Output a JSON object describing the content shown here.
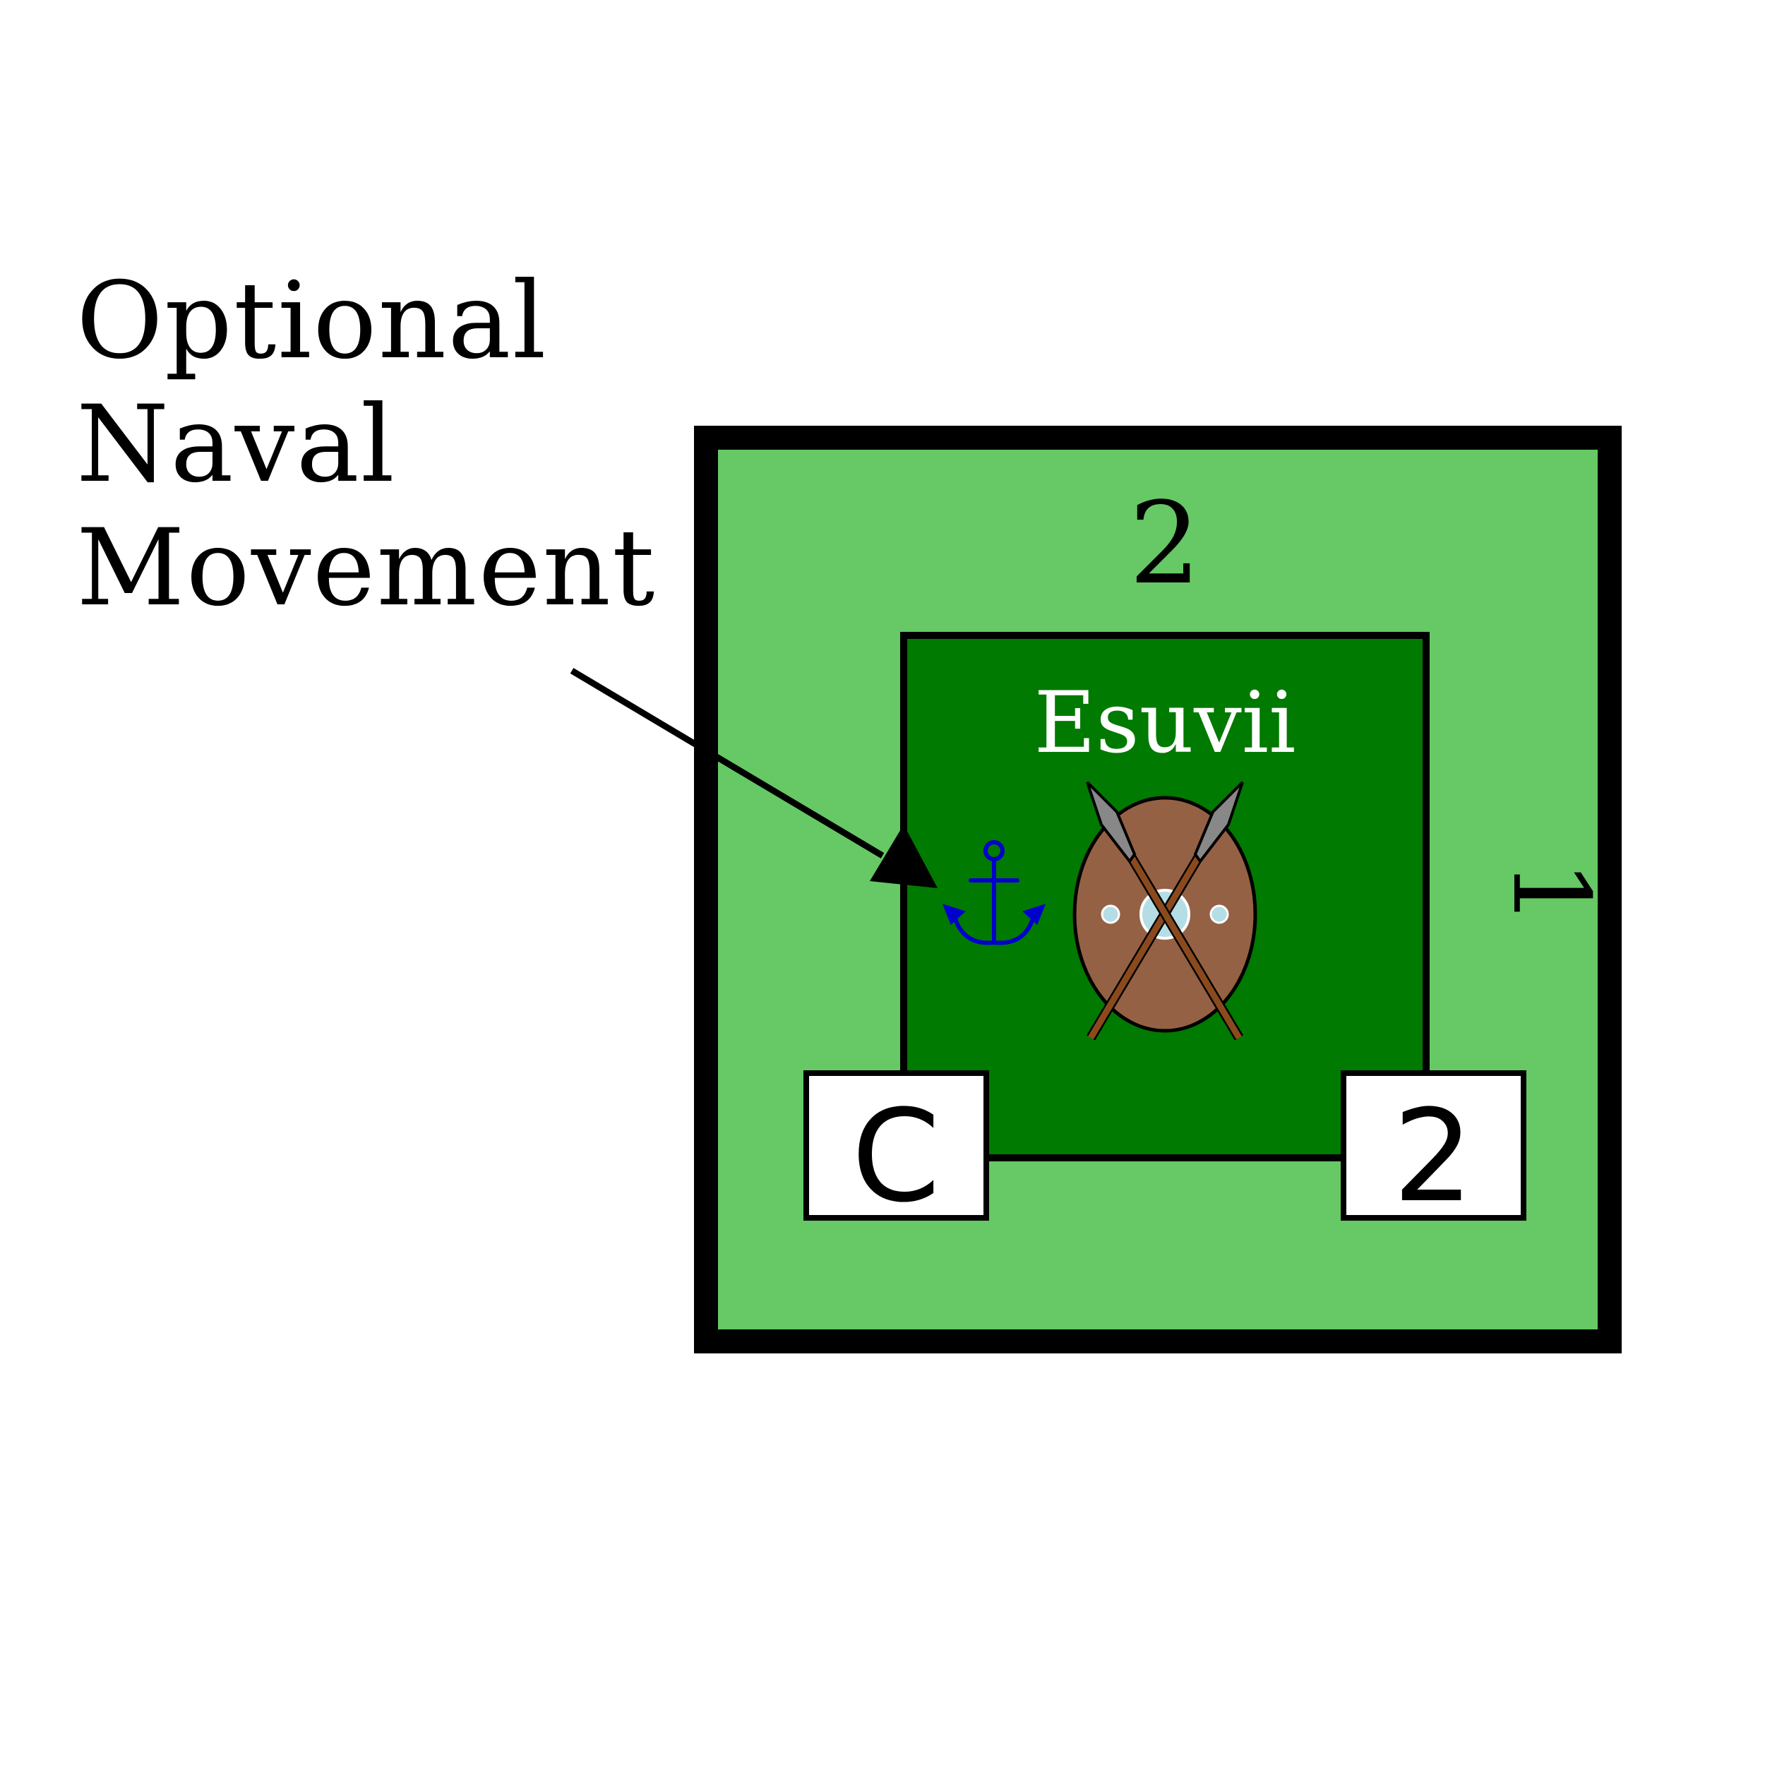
{
  "callout": {
    "lines": [
      "Optional",
      "Naval",
      "Movement"
    ]
  },
  "card": {
    "top_value": "2",
    "region_name": "Esuvii",
    "left_box_label": "C",
    "right_box_label": "2",
    "side_mark": "1"
  },
  "icons": {
    "anchor": "anchor-icon",
    "shield": "shield-with-crossed-spears-icon",
    "arrow": "arrow-icon"
  },
  "colors": {
    "outer_card": "#66c966",
    "inner_card": "#007a00",
    "shield": "#956144",
    "anchor": "#0000cc",
    "region_name": "#ffffff",
    "box_fill": "#ffffff",
    "border": "#000000"
  }
}
